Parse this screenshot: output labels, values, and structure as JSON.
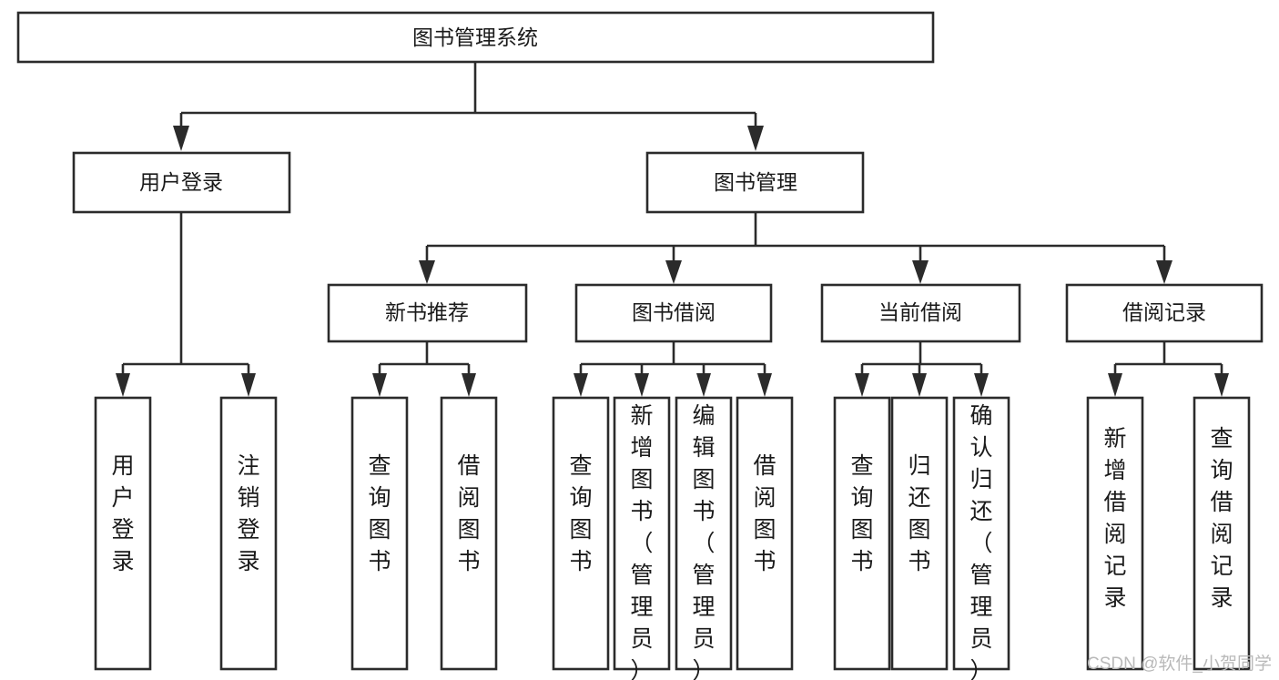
{
  "diagram": {
    "type": "tree",
    "title": "图书管理系统",
    "root": {
      "id": "root",
      "label": "图书管理系统"
    },
    "level2": [
      {
        "id": "user-login",
        "label": "用户登录"
      },
      {
        "id": "book-management",
        "label": "图书管理"
      }
    ],
    "level3": [
      {
        "id": "new-book-recommend",
        "label": "新书推荐",
        "parent": "book-management"
      },
      {
        "id": "book-borrow",
        "label": "图书借阅",
        "parent": "book-management"
      },
      {
        "id": "current-borrow",
        "label": "当前借阅",
        "parent": "book-management"
      },
      {
        "id": "borrow-record",
        "label": "借阅记录",
        "parent": "book-management"
      }
    ],
    "leaves": {
      "user-login": [
        {
          "id": "leaf-user-login",
          "label": "用户登录"
        },
        {
          "id": "leaf-logout-login",
          "label": "注销登录"
        }
      ],
      "new-book-recommend": [
        {
          "id": "leaf-query-book-1",
          "label": "查询图书"
        },
        {
          "id": "leaf-borrow-book-1",
          "label": "借阅图书"
        }
      ],
      "book-borrow": [
        {
          "id": "leaf-query-book-2",
          "label": "查询图书"
        },
        {
          "id": "leaf-add-book",
          "label": "新增图书（管理员）"
        },
        {
          "id": "leaf-edit-book",
          "label": "编辑图书（管理员）"
        },
        {
          "id": "leaf-borrow-book-2",
          "label": "借阅图书"
        }
      ],
      "current-borrow": [
        {
          "id": "leaf-query-book-3",
          "label": "查询图书"
        },
        {
          "id": "leaf-return-book",
          "label": "归还图书"
        },
        {
          "id": "leaf-confirm-return",
          "label": "确认归还（管理员）"
        }
      ],
      "borrow-record": [
        {
          "id": "leaf-add-record",
          "label": "新增借阅记录"
        },
        {
          "id": "leaf-query-record",
          "label": "查询借阅记录"
        }
      ]
    },
    "colors": {
      "stroke": "#2b2b2b",
      "fill": "#ffffff",
      "text": "#1a1a1a",
      "watermark": "#b9b9b9"
    }
  },
  "watermark": {
    "label": "CSDN @软件_小贺同学"
  }
}
